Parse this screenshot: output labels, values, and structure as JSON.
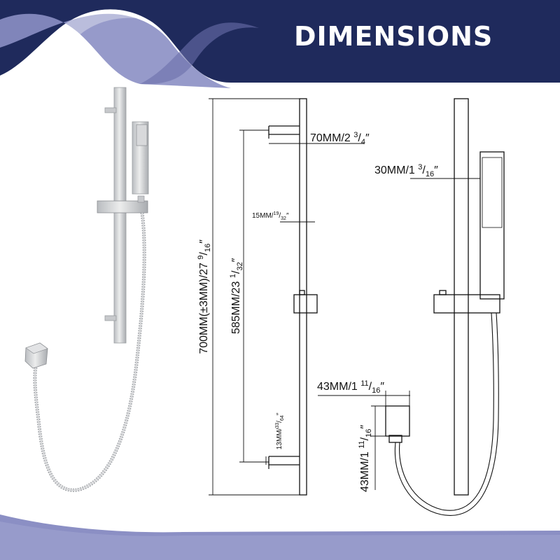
{
  "banner": {
    "title": "DIMENSIONS",
    "colors": {
      "navy": "#1f2a5c",
      "lavender": "#8b8fc4",
      "steel": "#c7c9cc"
    }
  },
  "front_view": {
    "total_height": {
      "main": "700MM(±3MM)/27 ",
      "whole": "9",
      "slash": "/",
      "den": "16",
      "unit": "″"
    },
    "bracket_spacing": {
      "main": "585MM/23 ",
      "whole": "1",
      "slash": "/",
      "den": "32",
      "unit": "″"
    },
    "top_bracket_depth": {
      "main": "70MM/2 ",
      "num": "3",
      "slash": "/",
      "den": "4",
      "unit": "″"
    },
    "bar_width": {
      "main": "15MM/",
      "num": "19",
      "slash": "/",
      "den": "32",
      "unit": "″"
    },
    "bottom_bracket_height": {
      "main": "13MM/",
      "num": "33",
      "slash": "/",
      "den": "64",
      "unit": "″"
    }
  },
  "side_view": {
    "handset_width": {
      "main": "30MM/1 ",
      "num": "3",
      "slash": "/",
      "den": "16",
      "unit": "″"
    },
    "elbow_width": {
      "main": "43MM/1 ",
      "num": "11",
      "slash": "/",
      "den": "16",
      "unit": "″"
    },
    "elbow_height": {
      "main": "43MM/1 ",
      "num": "11",
      "slash": "/",
      "den": "16",
      "unit": "″"
    }
  }
}
